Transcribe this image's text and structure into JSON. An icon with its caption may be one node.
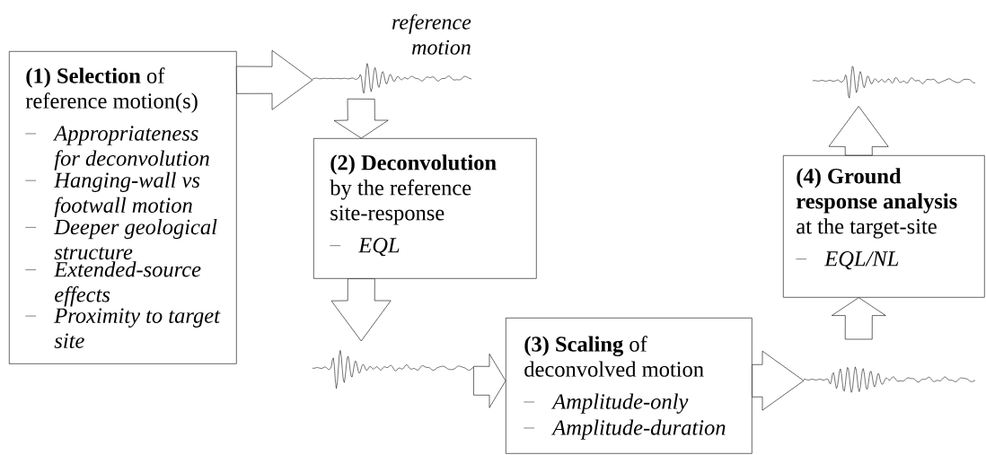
{
  "diagram": {
    "nodes": [
      {
        "text": [
          "**(1) Selection** of reference motion(s)",
          "Appropriateness for deconvolution",
          "Hanging-wall vs footwall motion",
          "Deeper geological structure",
          "Extended-source effects",
          "Proximity to target site"
        ]
      },
      {
        "text": [],
        "shape": "picture",
        "beside": [
          "reference motion"
        ]
      },
      {
        "text": [
          "**(2) Deconvolution** by the reference site-response",
          "EQL"
        ]
      },
      {
        "text": [],
        "shape": "picture"
      },
      {
        "text": [
          "**(3) Scaling** of deconvolved motion",
          "Amplitude-only",
          "Amplitude-duration"
        ]
      },
      {
        "text": [],
        "shape": "picture"
      },
      {
        "text": [
          "**(4) Ground response analysis** at the target-site",
          "EQL/NL"
        ]
      },
      {
        "text": [],
        "shape": "picture"
      }
    ],
    "edges": [
      {
        "from": 0,
        "to": 1,
        "arrow": "to"
      },
      {
        "from": 1,
        "to": 2,
        "arrow": "to"
      },
      {
        "from": 2,
        "to": 3,
        "arrow": "to"
      },
      {
        "from": 3,
        "to": 4,
        "arrow": "to"
      },
      {
        "from": 4,
        "to": 5,
        "arrow": "to"
      },
      {
        "from": 5,
        "to": 6,
        "arrow": "to"
      },
      {
        "from": 6,
        "to": 7,
        "arrow": "to"
      }
    ]
  }
}
